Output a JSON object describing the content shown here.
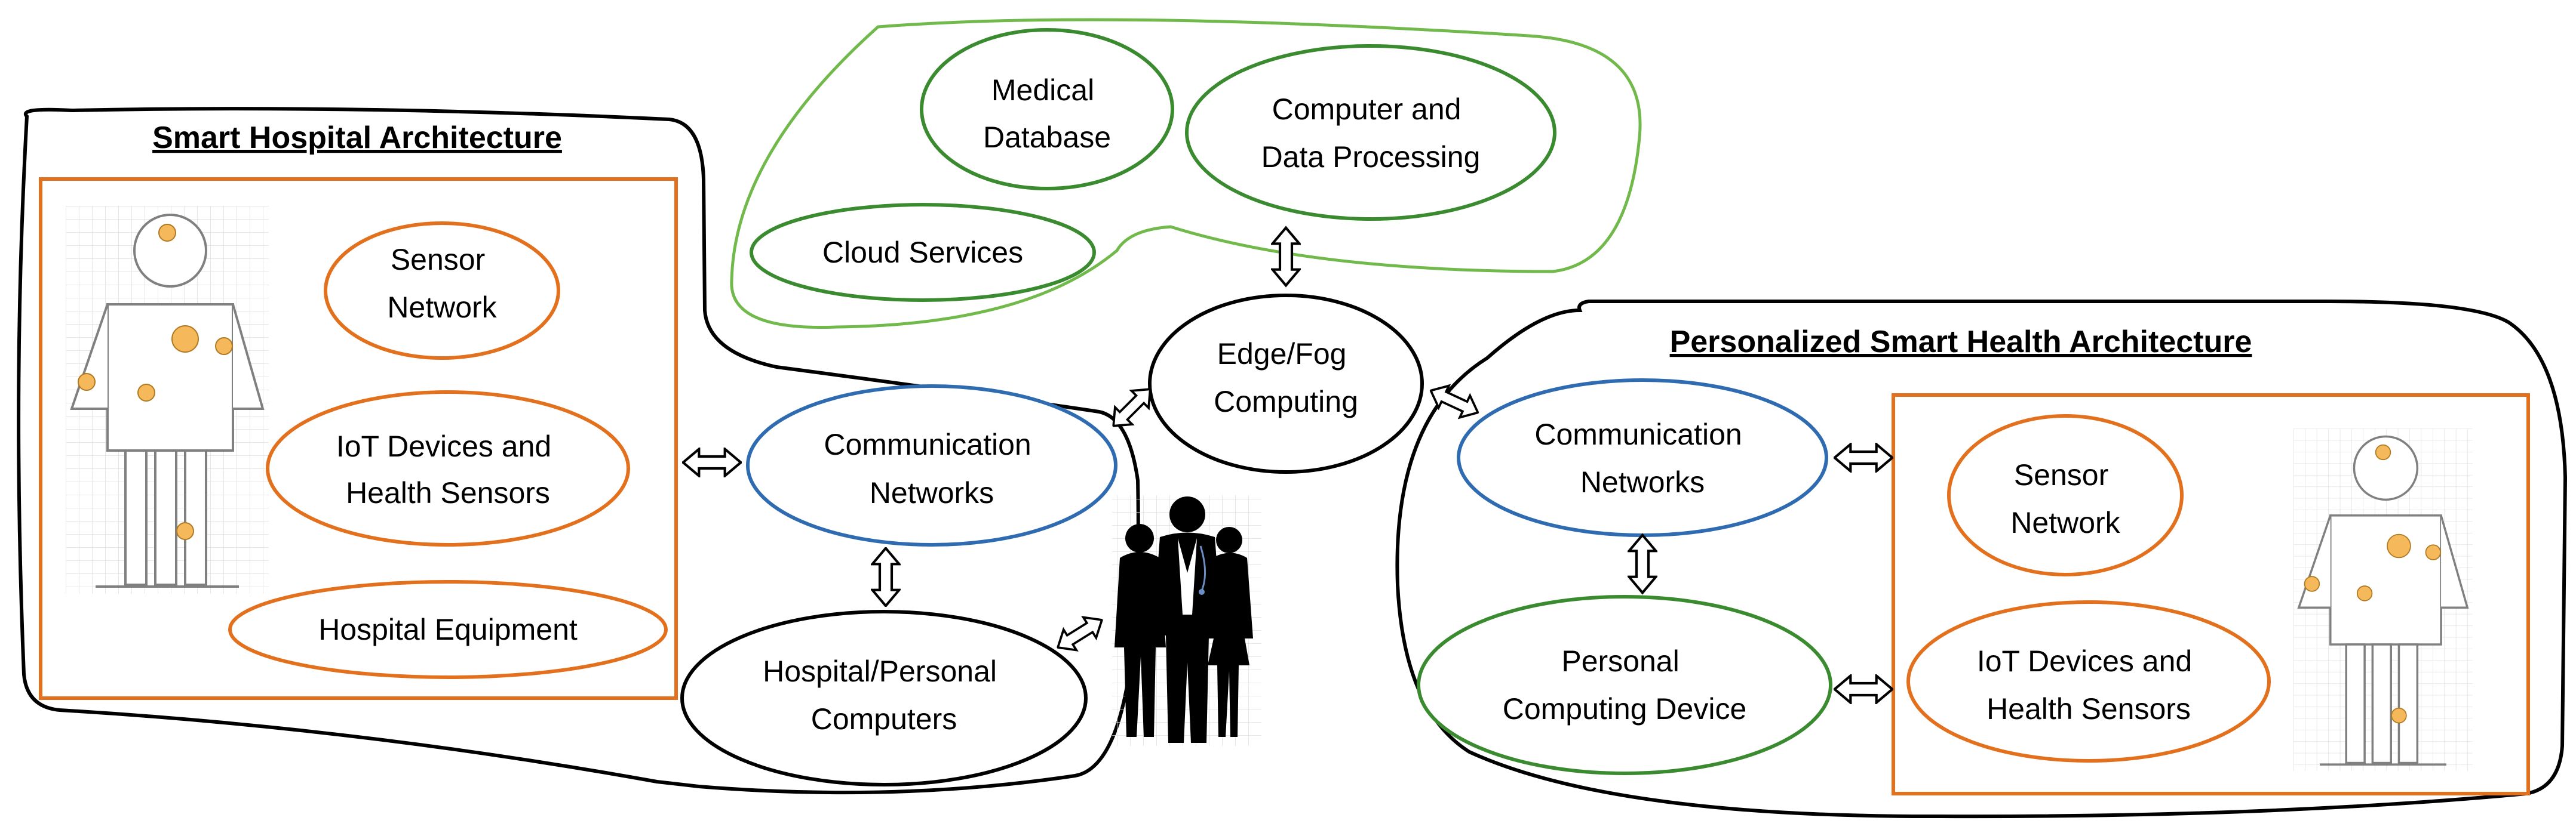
{
  "colors": {
    "background": "#ffffff",
    "outline_black": "#000000",
    "cloud_green": "#70b94a",
    "ellipse_green": "#3a8a2f",
    "ellipse_blue": "#2e6bb0",
    "ellipse_orange": "#e2701c",
    "sensor_dot": "#f5b85a",
    "figure_gray": "#808080"
  },
  "hospital": {
    "title": "Smart Hospital Architecture",
    "sensor_network": [
      "Sensor",
      "Network"
    ],
    "iot_devices": [
      "IoT Devices and",
      "Health Sensors"
    ],
    "equipment": "Hospital Equipment",
    "communication": [
      "Communication",
      "Networks"
    ],
    "computers": [
      "Hospital/Personal",
      "Computers"
    ]
  },
  "cloud": {
    "medical_database": [
      "Medical",
      "Database"
    ],
    "processing": [
      "Computer and",
      "Data Processing"
    ],
    "services": "Cloud Services"
  },
  "edge": [
    "Edge/Fog",
    "Computing"
  ],
  "personal": {
    "title": "Personalized Smart Health Architecture",
    "communication": [
      "Communication",
      "Networks"
    ],
    "computing_device": [
      "Personal",
      "Computing Device"
    ],
    "sensor_network": [
      "Sensor",
      "Network"
    ],
    "iot_devices": [
      "IoT Devices and",
      "Health Sensors"
    ]
  },
  "icons": {
    "body_sensor_figure": "human-body-sensor-icon",
    "medical_staff": "medical-staff-silhouette-icon",
    "link_arrow": "double-headed-arrow-icon"
  }
}
